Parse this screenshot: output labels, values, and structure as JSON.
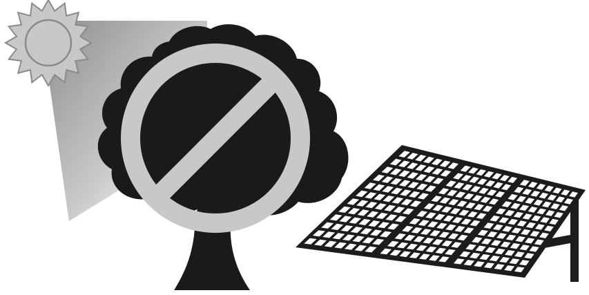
{
  "illustration": {
    "subject": "no-shading-solar-panel",
    "icons": [
      "sun-icon",
      "sunbeam",
      "tree-icon",
      "prohibition-sign-icon",
      "solar-panel-icon"
    ],
    "colors": {
      "background": "#ffffff",
      "sun_fill": "#c8c8c8",
      "sun_outline": "#8a8a8a",
      "beam_start": "#8f8f8f",
      "beam_end": "#ffffff",
      "tree": "#1a1a1a",
      "prohibition": "#c6c8c9",
      "panel_frame": "#1c1c1c",
      "panel_cell": "#ffffff"
    },
    "panel": {
      "modules": 3,
      "rows": 12,
      "columns_per_module": 7
    }
  }
}
